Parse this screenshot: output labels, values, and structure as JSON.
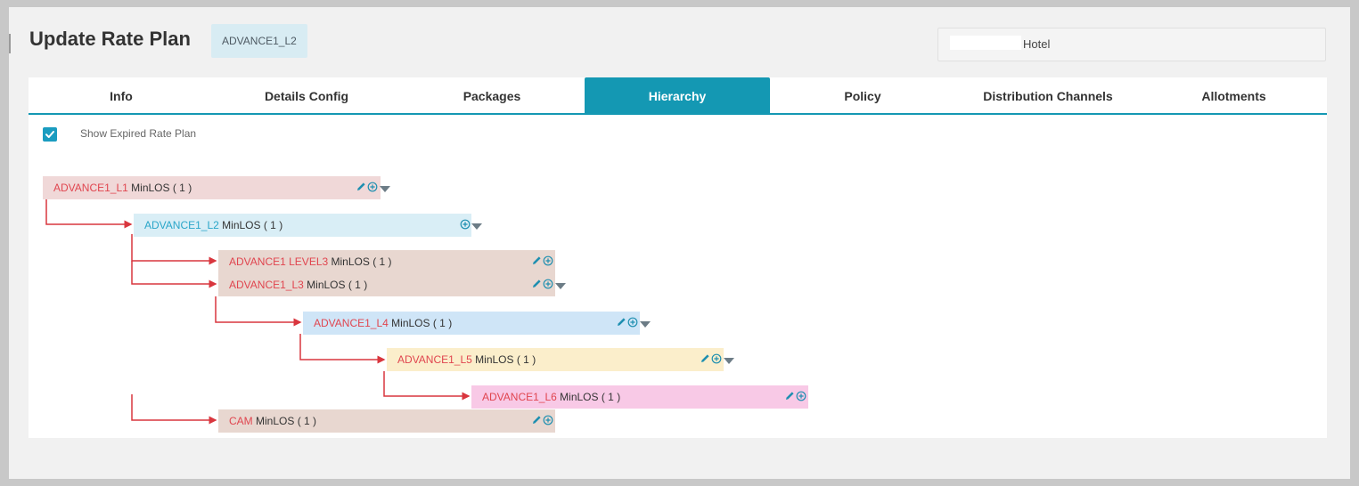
{
  "header": {
    "title": "Update Rate Plan",
    "badge": "ADVANCE1_L2",
    "hotel": "Hotel"
  },
  "tabs": [
    {
      "label": "Info",
      "active": false
    },
    {
      "label": "Details Config",
      "active": false
    },
    {
      "label": "Packages",
      "active": false
    },
    {
      "label": "Hierarchy",
      "active": true
    },
    {
      "label": "Policy",
      "active": false
    },
    {
      "label": "Distribution Channels",
      "active": false
    },
    {
      "label": "Allotments",
      "active": false
    }
  ],
  "filters": {
    "show_expired_label": "Show Expired Rate Plan",
    "show_expired_checked": true
  },
  "hierarchy": [
    {
      "code": "ADVANCE1_L1",
      "minlos": "MinLOS ( 1 )",
      "edit": true,
      "add": true,
      "expand": true
    },
    {
      "code": "ADVANCE1_L2",
      "minlos": "MinLOS ( 1 )",
      "edit": false,
      "add": true,
      "expand": true
    },
    {
      "code": "ADVANCE1 LEVEL3",
      "minlos": "MinLOS ( 1 )",
      "edit": true,
      "add": true,
      "expand": false
    },
    {
      "code": "ADVANCE1_L3",
      "minlos": "MinLOS ( 1 )",
      "edit": true,
      "add": true,
      "expand": true
    },
    {
      "code": "ADVANCE1_L4",
      "minlos": "MinLOS ( 1 )",
      "edit": true,
      "add": true,
      "expand": true
    },
    {
      "code": "ADVANCE1_L5",
      "minlos": "MinLOS ( 1 )",
      "edit": true,
      "add": true,
      "expand": true
    },
    {
      "code": "ADVANCE1_L6",
      "minlos": "MinLOS ( 1 )",
      "edit": true,
      "add": true,
      "expand": false
    },
    {
      "code": "CAM",
      "minlos": "MinLOS ( 1 )",
      "edit": true,
      "add": true,
      "expand": false
    }
  ],
  "colors": {
    "accent": "#1498b3",
    "code_red": "#e0454f",
    "code_blue": "#2aa6c9",
    "connector": "#d9363e"
  }
}
